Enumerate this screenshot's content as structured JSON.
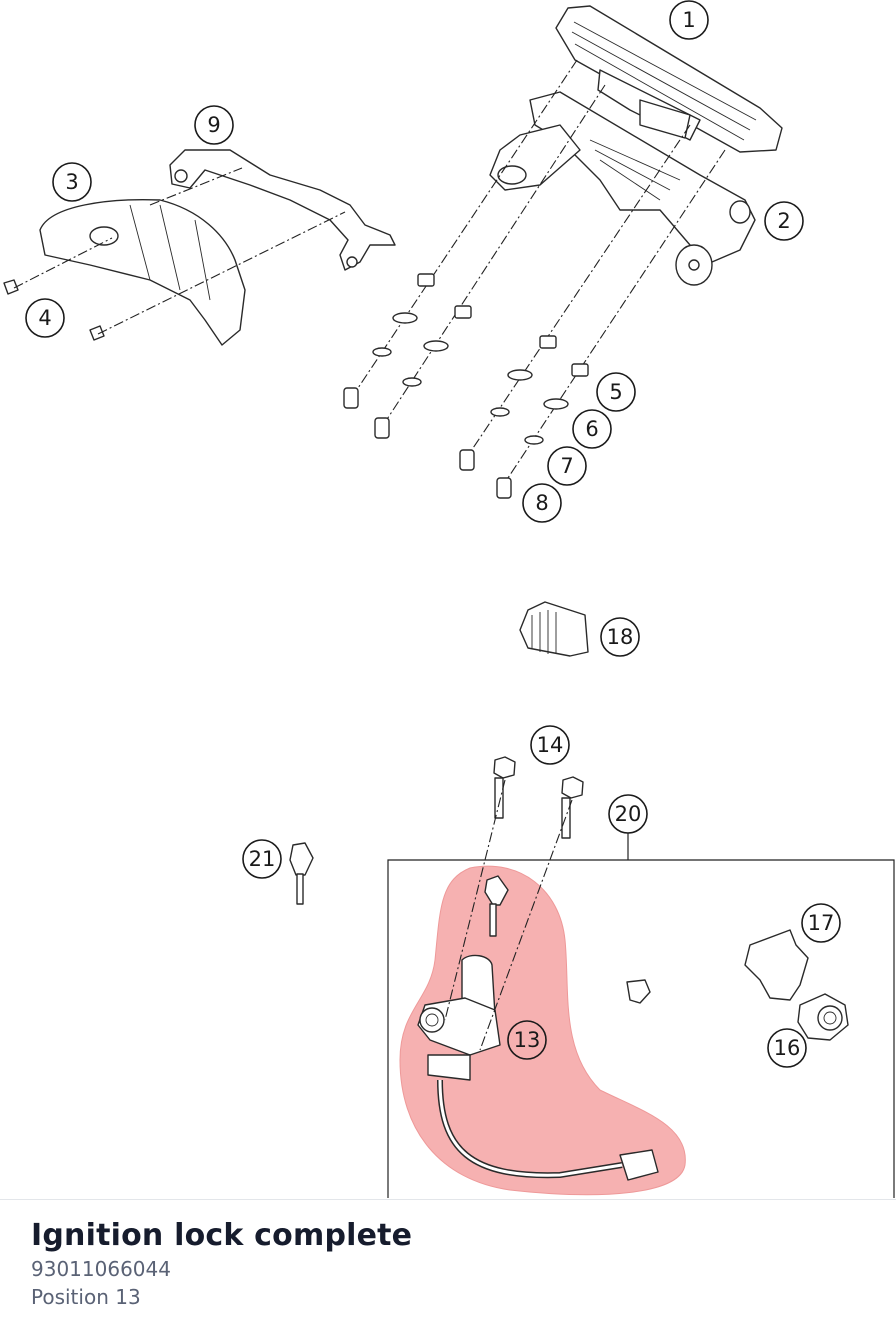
{
  "diagram": {
    "callouts": [
      "1",
      "2",
      "3",
      "4",
      "5",
      "6",
      "7",
      "8",
      "9",
      "13",
      "14",
      "16",
      "17",
      "18",
      "20",
      "21"
    ],
    "highlight_color": "#f4a3a3"
  },
  "footer": {
    "title": "Ignition lock complete",
    "part_number": "93011066044",
    "position": "Position 13"
  }
}
